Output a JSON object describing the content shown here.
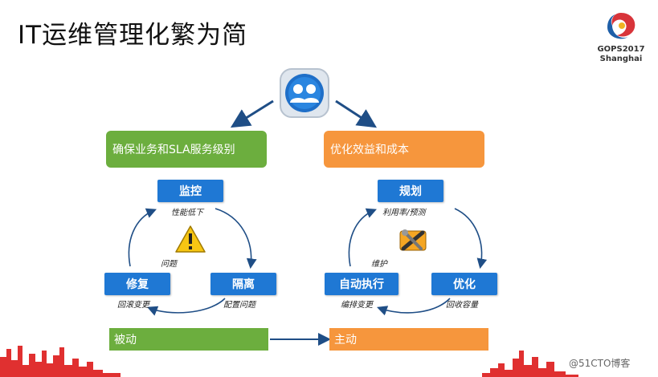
{
  "title": "IT运维管理化繁为简",
  "logo": {
    "line1": "GOPS2017",
    "line2": "Shanghai"
  },
  "left_banner": "确保业务和SLA服务级别",
  "right_banner": "优化效益和成本",
  "left_cycle": {
    "top": {
      "label": "监控",
      "note": "性能低下"
    },
    "right": {
      "label": "隔离",
      "note": "配置问题"
    },
    "left": {
      "label": "修复",
      "note": "回滚变更"
    },
    "center_note": "问题"
  },
  "right_cycle": {
    "top": {
      "label": "规划",
      "note": "利用率/预测"
    },
    "right": {
      "label": "优化",
      "note": "回收容量"
    },
    "left": {
      "label": "自动执行",
      "note": "编排变更"
    },
    "center_note": "维护"
  },
  "bottom": {
    "left": "被动",
    "right": "主动"
  },
  "watermark": "@51CTO博客",
  "colors": {
    "green": "#6cae3e",
    "orange": "#f6963d",
    "blue": "#1f78d4",
    "arrow": "#1f4e86",
    "skyline": "#e03030"
  },
  "icons": {
    "center": "users-icon",
    "warning": "warning-icon",
    "tools": "tools-icon"
  }
}
